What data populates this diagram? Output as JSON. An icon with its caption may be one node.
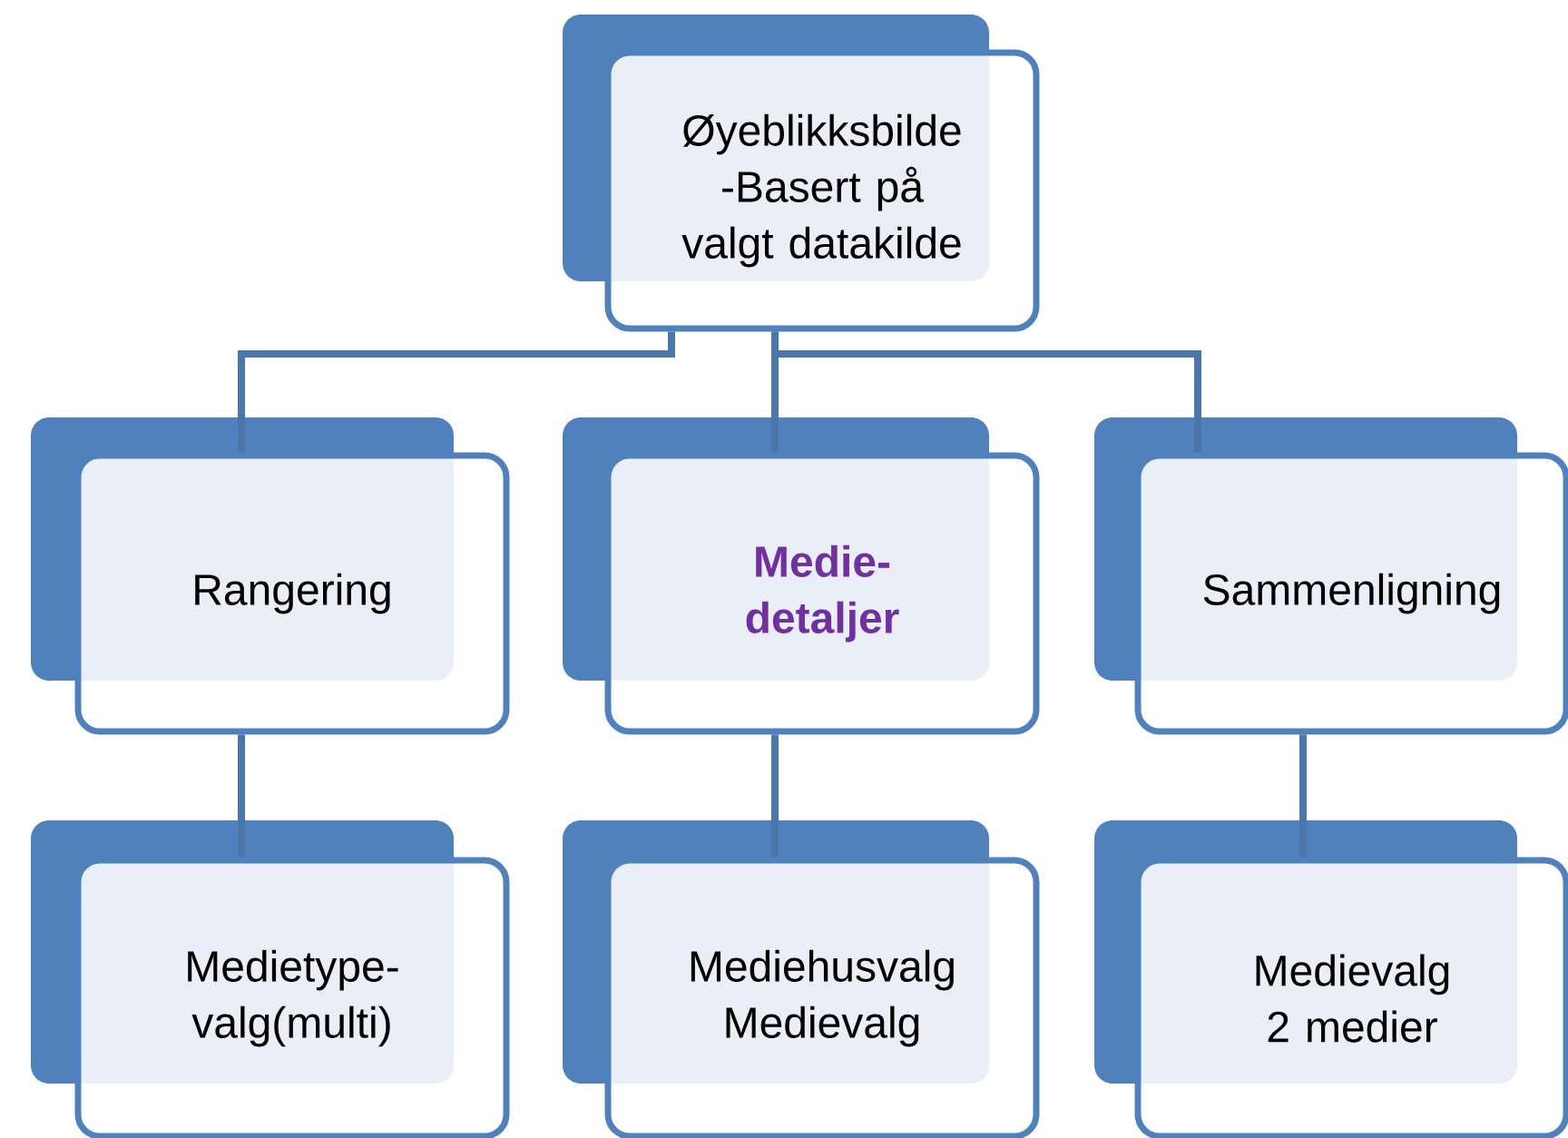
{
  "diagram": {
    "nodes": [
      {
        "text": [
          "Øyeblikksbilde -Basert på valgt datakilde"
        ]
      },
      {
        "text": [
          "Rangering"
        ]
      },
      {
        "text": [
          "Medie-detaljer"
        ]
      },
      {
        "text": [
          "Sammenligning"
        ]
      },
      {
        "text": [
          "Medietype-valg(multi)"
        ]
      },
      {
        "text": [
          "Mediehusvalg Medievalg"
        ]
      },
      {
        "text": [
          "Medievalg 2 medier"
        ]
      }
    ],
    "edges": [
      {
        "from": 0,
        "to": 1,
        "arrow": "none"
      },
      {
        "from": 0,
        "to": 2,
        "arrow": "none"
      },
      {
        "from": 0,
        "to": 3,
        "arrow": "none"
      },
      {
        "from": 1,
        "to": 4,
        "arrow": "none"
      },
      {
        "from": 2,
        "to": 5,
        "arrow": "none"
      },
      {
        "from": 3,
        "to": 6,
        "arrow": "none"
      }
    ]
  }
}
